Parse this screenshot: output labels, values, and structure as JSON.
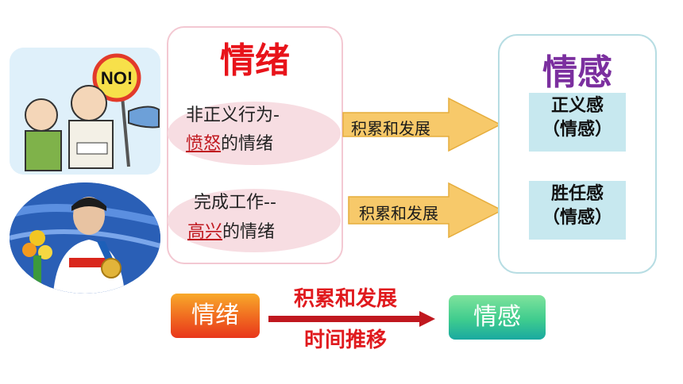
{
  "emotion_panel": {
    "title": "情绪",
    "item1": {
      "prefix": "非正义行为-",
      "highlight": "愤怒",
      "suffix": "的情绪"
    },
    "item2": {
      "prefix": "完成工作--",
      "highlight": "高兴",
      "suffix": "的情绪"
    }
  },
  "arrows": {
    "label1": "积累和发展",
    "label2": "积累和发展"
  },
  "feeling_panel": {
    "title": "情感",
    "tag1": {
      "line1": "正义感",
      "line2": "（情感）"
    },
    "tag2": {
      "line1": "胜任感",
      "line2": "（情感）"
    }
  },
  "bottom": {
    "emotion_label": "情绪",
    "arrow_top": "积累和发展",
    "arrow_bottom": "时间推移",
    "feeling_label": "情感"
  },
  "colors": {
    "emotion_title": "#e8131a",
    "feeling_title": "#7b2f9f",
    "arrow_fill": "#f7c96a",
    "bottom_arrow": "#c0181f"
  }
}
